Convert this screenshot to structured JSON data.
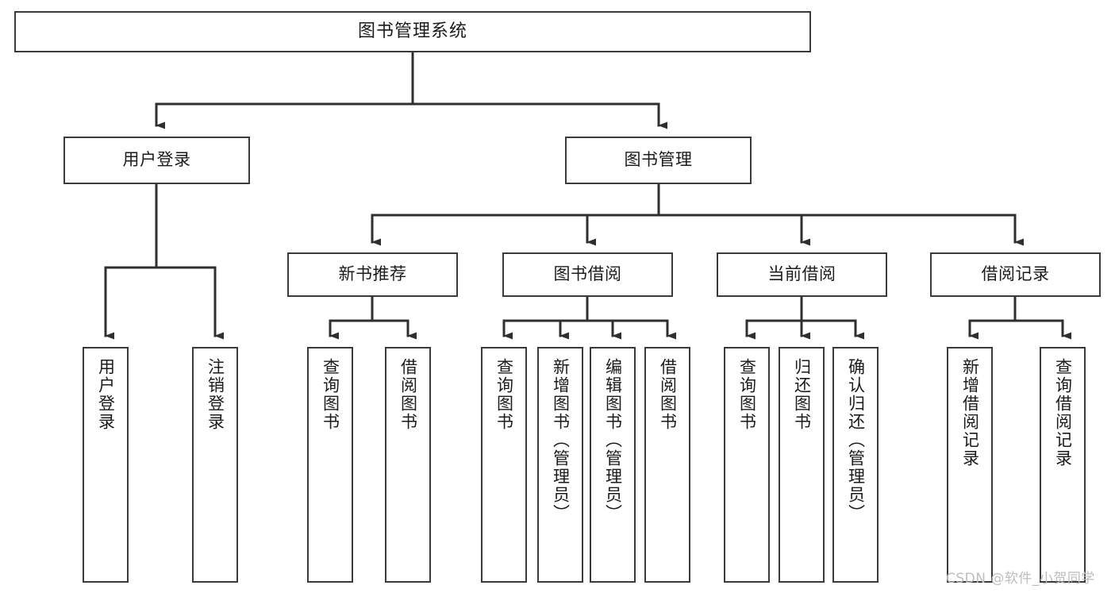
{
  "diagram": {
    "title": "图书管理系统",
    "type": "hierarchy-tree",
    "watermark": "CSDN @软件_小贺同学",
    "colors": {
      "background": "#ffffff",
      "box_border": "#3a3a3c",
      "box_fill": "#ffffff",
      "connector": "#2f2f31",
      "text": "#1b1b1d",
      "watermark": "#bdbdbd"
    },
    "nodes": {
      "root": {
        "label": "图书管理系统"
      },
      "level2": [
        {
          "label": "用户登录"
        },
        {
          "label": "图书管理"
        }
      ],
      "level3": [
        {
          "label": "新书推荐"
        },
        {
          "label": "图书借阅"
        },
        {
          "label": "当前借阅"
        },
        {
          "label": "借阅记录"
        }
      ],
      "leaves": [
        {
          "label": "用户登录",
          "parent": "用户登录"
        },
        {
          "label": "注销登录",
          "parent": "用户登录"
        },
        {
          "label": "查询图书",
          "parent": "新书推荐"
        },
        {
          "label": "借阅图书",
          "parent": "新书推荐"
        },
        {
          "label": "查询图书",
          "parent": "图书借阅"
        },
        {
          "label": "新增图书（管理员）",
          "parent": "图书借阅"
        },
        {
          "label": "编辑图书（管理员）",
          "parent": "图书借阅"
        },
        {
          "label": "借阅图书",
          "parent": "图书借阅"
        },
        {
          "label": "查询图书",
          "parent": "当前借阅"
        },
        {
          "label": "归还图书",
          "parent": "当前借阅"
        },
        {
          "label": "确认归还（管理员）",
          "parent": "当前借阅"
        },
        {
          "label": "新增借阅记录",
          "parent": "借阅记录"
        },
        {
          "label": "查询借阅记录",
          "parent": "借阅记录"
        }
      ]
    }
  }
}
